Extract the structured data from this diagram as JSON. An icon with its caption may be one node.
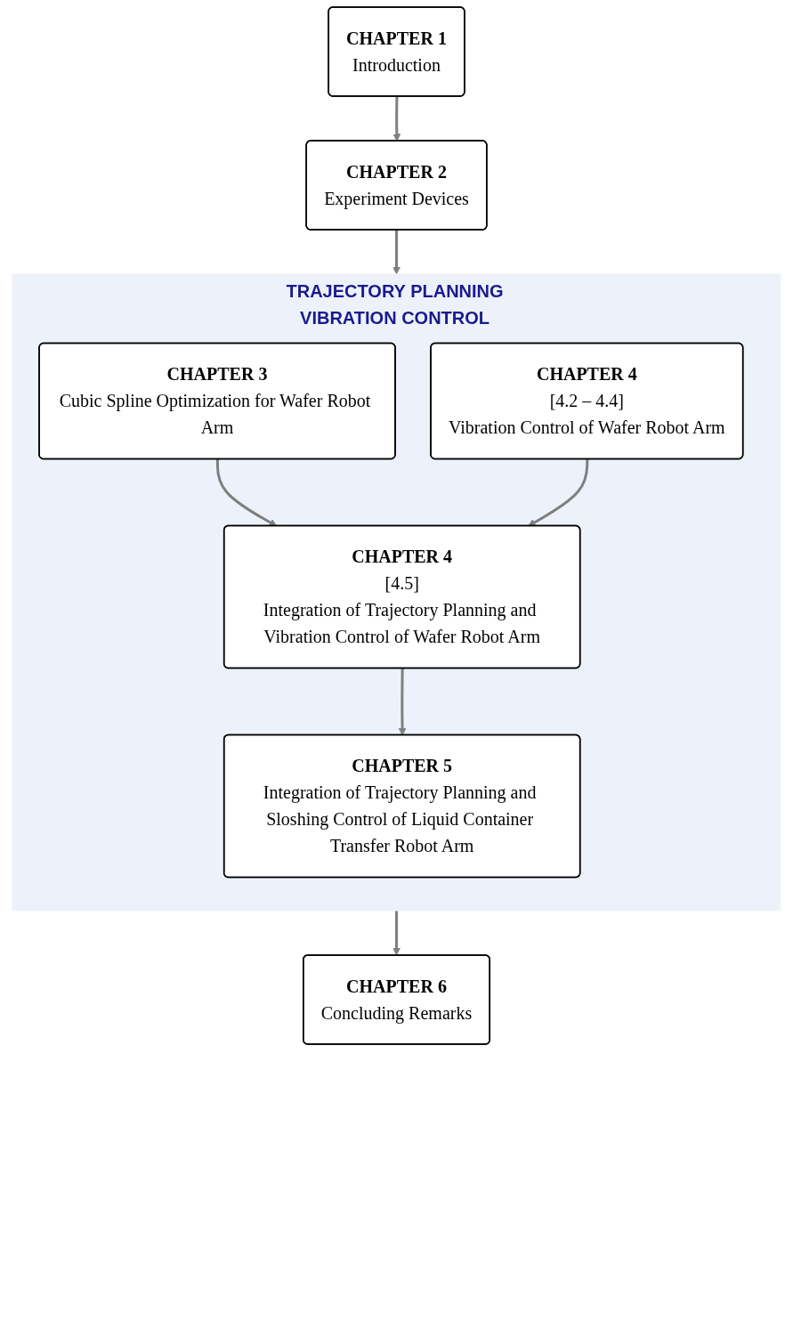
{
  "diagram": {
    "nodes": [
      {
        "text": [
          "CHAPTER 1",
          "Introduction"
        ]
      },
      {
        "text": [
          "CHAPTER 2",
          "Experiment Devices"
        ]
      },
      {
        "text": [
          "TRAJECTORY PLANNING",
          "VIBRATION CONTROL"
        ]
      },
      {
        "text": [
          "CHAPTER 3",
          "Cubic Spline Optimization for Wafer Robot Arm"
        ],
        "in": 2
      },
      {
        "text": [
          "CHAPTER 4",
          "[4.2 – 4.4]",
          "Vibration Control of Wafer Robot Arm"
        ],
        "in": 2
      },
      {
        "text": [
          "CHAPTER 4",
          "[4.5]",
          "Integration of Trajectory Planning and Vibration Control of Wafer Robot Arm"
        ],
        "in": 2
      },
      {
        "text": [
          "CHAPTER 5",
          "Integration of Trajectory Planning and Sloshing Control of Liquid Container Transfer Robot Arm"
        ],
        "in": 2
      },
      {
        "text": [
          "CHAPTER 6",
          "Concluding Remarks"
        ]
      }
    ],
    "edges": [
      {
        "from": 0,
        "to": 1,
        "arrow": "to"
      },
      {
        "from": 1,
        "to": 2,
        "arrow": "to"
      },
      {
        "from": 3,
        "to": 5,
        "arrow": "to"
      },
      {
        "from": 4,
        "to": 5,
        "arrow": "to"
      },
      {
        "from": 5,
        "to": 6,
        "arrow": "to"
      },
      {
        "from": 2,
        "to": 7,
        "arrow": "to"
      }
    ]
  }
}
